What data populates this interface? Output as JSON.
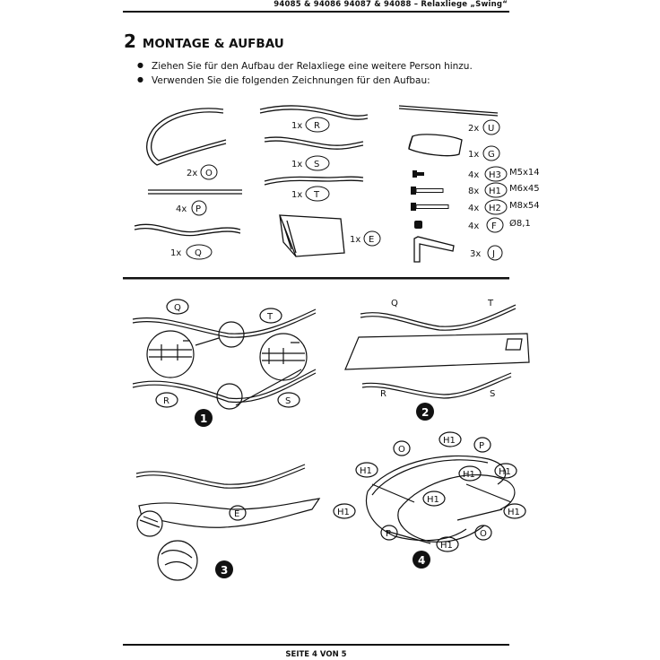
{
  "header": {
    "title": "94085 & 94086 94087 & 94088  –  Relaxliege „Swing“"
  },
  "section": {
    "number": "2",
    "title": "MONTAGE & AUFBAU"
  },
  "bullets": [
    "Ziehen Sie für den Aufbau der Relaxliege eine weitere Person hinzu.",
    "Verwenden Sie die folgenden Zeichnungen für den Aufbau:"
  ],
  "parts": [
    {
      "qty": "2x",
      "code": "O"
    },
    {
      "qty": "4x",
      "code": "P"
    },
    {
      "qty": "1x",
      "code": "Q"
    },
    {
      "qty": "1x",
      "code": "R"
    },
    {
      "qty": "1x",
      "code": "S"
    },
    {
      "qty": "1x",
      "code": "T"
    },
    {
      "qty": "1x",
      "code": "E"
    },
    {
      "qty": "2x",
      "code": "U"
    },
    {
      "qty": "1x",
      "code": "G"
    },
    {
      "qty": "4x",
      "code": "H3",
      "size": "M5x14"
    },
    {
      "qty": "8x",
      "code": "H1",
      "size": "M6x45"
    },
    {
      "qty": "4x",
      "code": "H2",
      "size": "M8x54"
    },
    {
      "qty": "4x",
      "code": "F",
      "size": "Ø8,1"
    },
    {
      "qty": "3x",
      "code": "J"
    }
  ],
  "steps": {
    "s1": {
      "number": "1",
      "labels": [
        "Q",
        "T",
        "R",
        "S"
      ]
    },
    "s2": {
      "number": "2",
      "labels": [
        "Q",
        "T",
        "R",
        "S"
      ]
    },
    "s3": {
      "number": "3",
      "labels": [
        "E"
      ]
    },
    "s4": {
      "number": "4",
      "labels": [
        "O",
        "H1",
        "P",
        "H1",
        "H1",
        "H1",
        "H1",
        "H1",
        "H1",
        "P",
        "H1",
        "O"
      ]
    }
  },
  "footer": {
    "page": "SEITE 4 VON 5"
  }
}
